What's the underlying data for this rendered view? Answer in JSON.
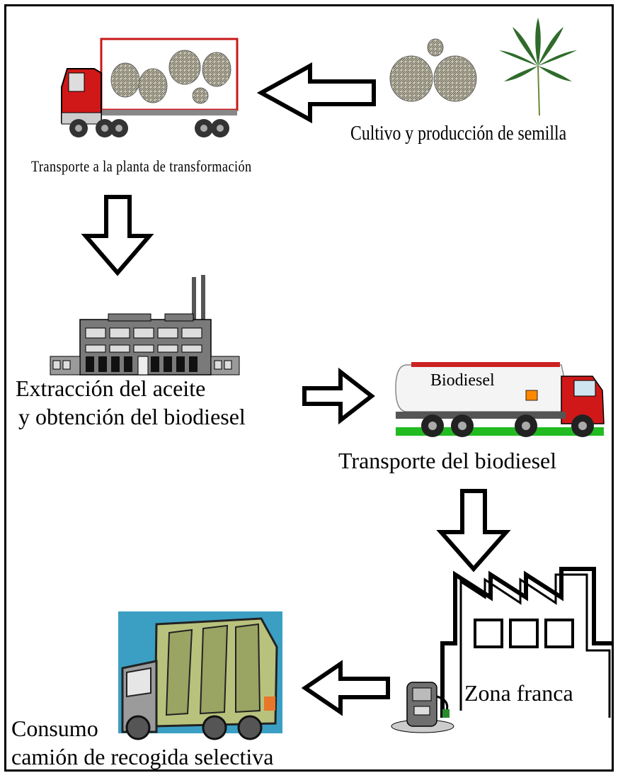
{
  "labels": {
    "cultivo": "Cultivo y producción de semilla",
    "transporte_planta": "Transporte a la planta de transformación",
    "extraccion_line1": "Extracción del aceite",
    "extraccion_line2": "y obtención del biodiesel",
    "transporte_biodiesel": "Transporte del biodiesel",
    "zona_franca": "Zona franca",
    "consumo_line1": "Consumo",
    "consumo_line2": "camión de recogida selectiva"
  },
  "tanker_text": "Biodiesel",
  "icons": [
    "hemp-leaf-icon",
    "seeds-icon",
    "seed-truck-icon",
    "factory-icon",
    "tanker-truck-icon",
    "zona-franca-building-icon",
    "fuel-pump-icon",
    "garbage-truck-icon"
  ],
  "colors": {
    "arrow_stroke": "#000000",
    "truck_red": "#d01818",
    "tank_stripe": "#cc2222",
    "grass": "#22bb22",
    "clipart_bg": "#3b9fc4",
    "garbage_body": "#b9c27d"
  }
}
